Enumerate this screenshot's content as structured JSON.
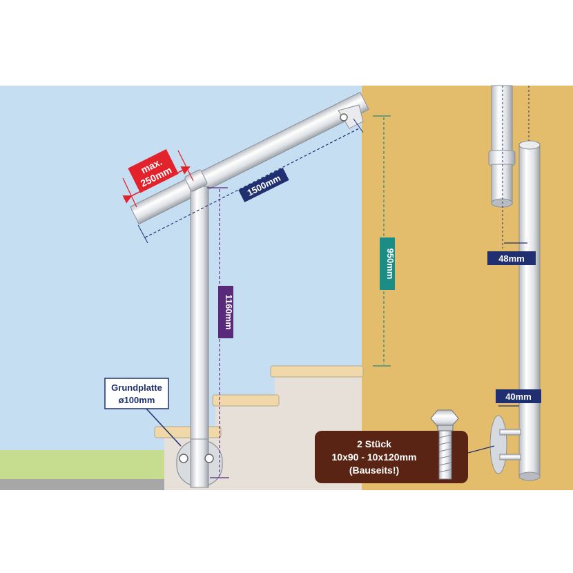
{
  "dimensions": {
    "max_overhang": {
      "line1": "max.",
      "line2": "250mm",
      "color": "#e3232b"
    },
    "handrail_length": {
      "text": "1500mm",
      "color": "#1f2f6f"
    },
    "post_height": {
      "text": "1160mm",
      "color": "#5a2a7a"
    },
    "rail_height": {
      "text": "950mm",
      "color": "#1b8c86"
    },
    "tube_diameter_top": {
      "text": "48mm",
      "color": "#1f2f6f"
    },
    "tube_diameter_bottom": {
      "text": "40mm",
      "color": "#1f2f6f"
    }
  },
  "base_plate": {
    "line1": "Grundplatte",
    "line2": "ø100mm"
  },
  "screws": {
    "line1": "2 Stück",
    "line2": "10x90 - 10x120mm",
    "line3": "(Bauseits!)",
    "color": "#5a2414"
  },
  "colors": {
    "wall": "#c6def1",
    "wall_right": "#e3bd6b",
    "grass": "#c6dc8f",
    "ground": "#a7a7a7",
    "stairs": "#f0d8a8",
    "stair_fill": "#e6e0d8"
  }
}
